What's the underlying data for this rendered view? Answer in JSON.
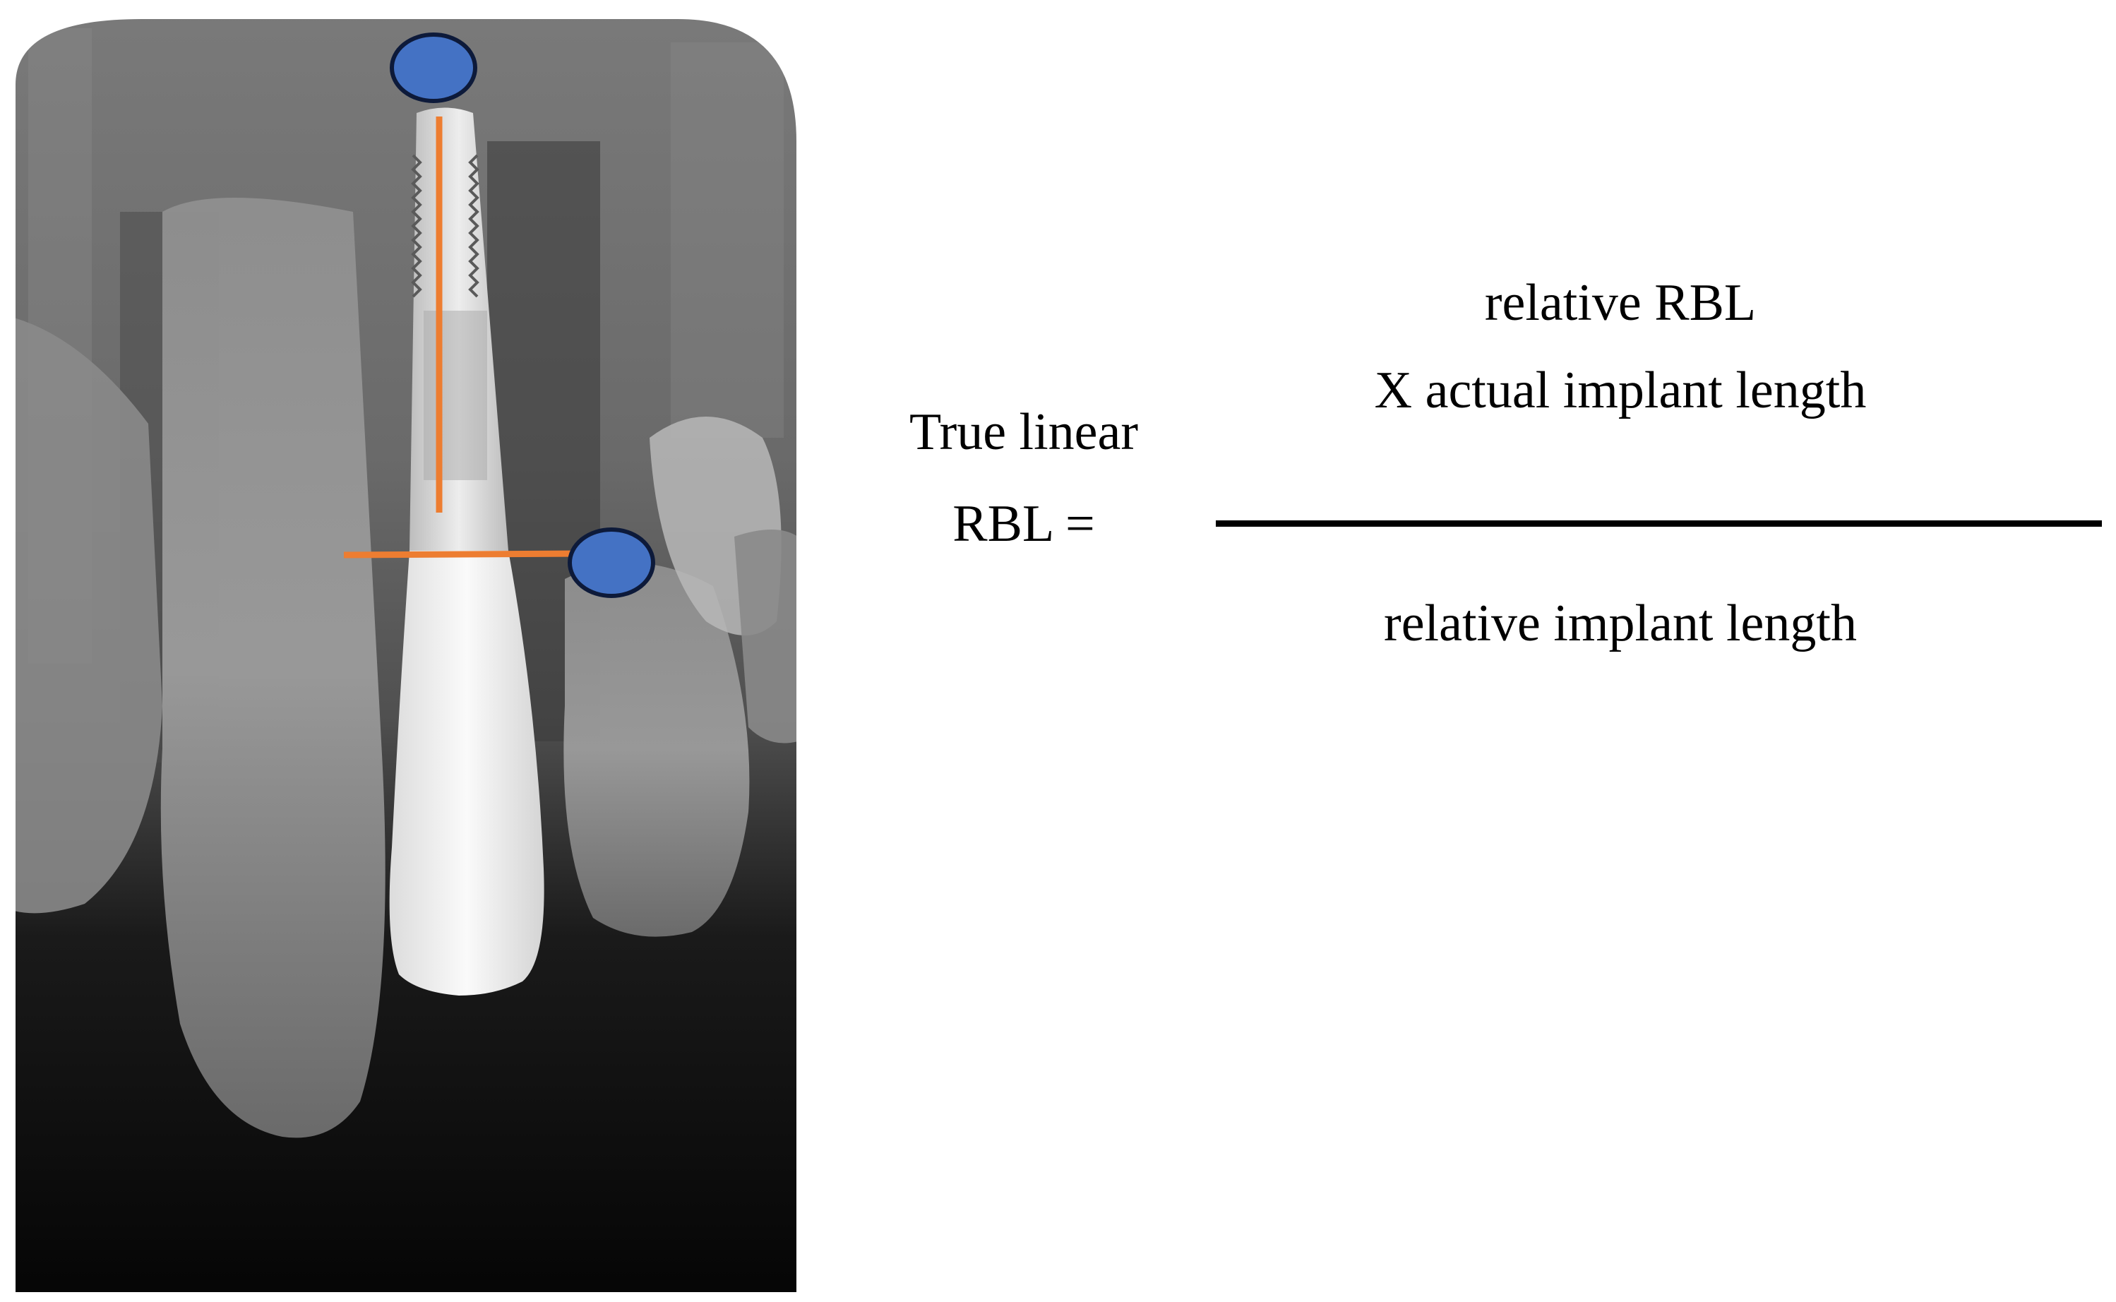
{
  "formula": {
    "lhs_line1": "True linear",
    "lhs_line2": "RBL =",
    "numerator_line1": "relative RBL",
    "numerator_line2": "X actual implant length",
    "denominator": "relative implant length"
  },
  "colors": {
    "marker_fill": "#4472c4",
    "marker_stroke": "#0d1a3a",
    "measure_line": "#ed7d31",
    "text": "#000000",
    "fraction_bar": "#000000"
  },
  "radiograph": {
    "subject": "periapical radiograph of maxillary anterior teeth with a dental implant",
    "markers": [
      "implant-apex-marker",
      "bone-level-marker"
    ],
    "lines": [
      "implant-length-line",
      "bone-level-line"
    ]
  }
}
